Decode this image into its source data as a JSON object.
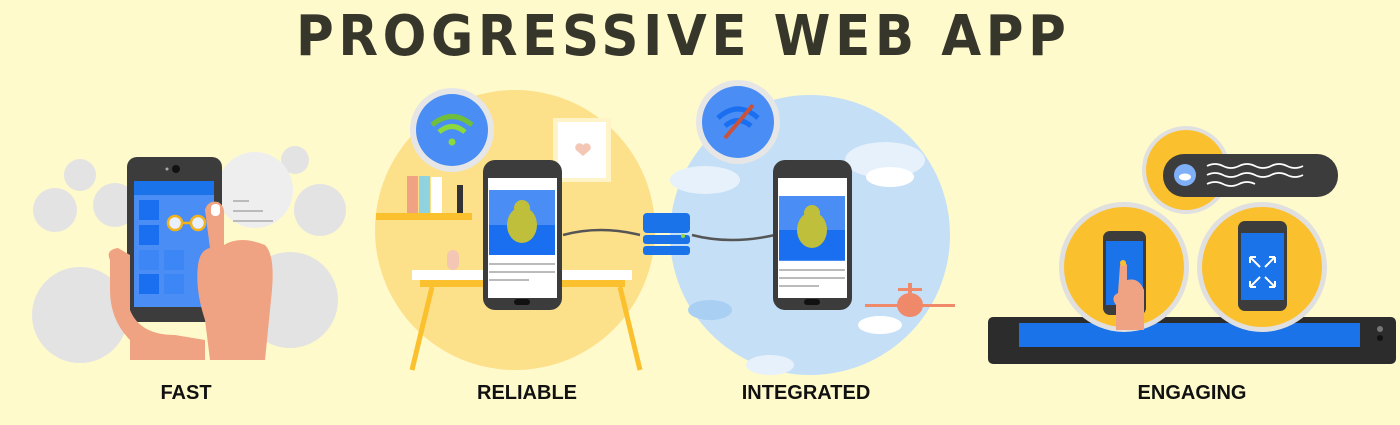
{
  "title": "PROGRESSIVE WEB APP",
  "features": [
    {
      "label": "FAST",
      "icon": "phone-touch-gears"
    },
    {
      "label": "RELIABLE",
      "icon": "phone-online-wifi"
    },
    {
      "label": "INTEGRATED",
      "icon": "phone-offline-wifi"
    },
    {
      "label": "ENGAGING",
      "icon": "notifications-fullscreen"
    }
  ],
  "colors": {
    "background": "#fffacb",
    "title": "#37362a",
    "blue": "#1a73e8",
    "yellow": "#fbc02d",
    "sky": "#c6e1f7",
    "phone": "#3c3c3c",
    "skin": "#f0a382"
  }
}
